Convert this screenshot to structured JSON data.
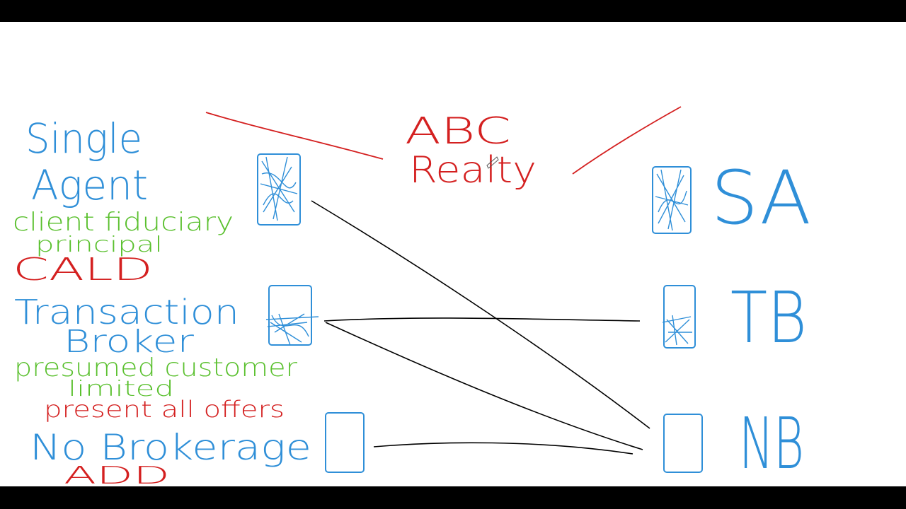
{
  "colors": {
    "blue": "#2f8fd8",
    "green": "#5ac02e",
    "red": "#d42020",
    "black": "#000000",
    "board": "#ffffff",
    "letterbox": "#000000"
  },
  "title": {
    "line1": "ABC",
    "line2": "Realty"
  },
  "left_notes": {
    "single_agent_1": "Single",
    "single_agent_2": "Agent",
    "single_agent_terms": "client fiduciary",
    "single_agent_terms_2": "principal",
    "single_agent_duties": "CALD",
    "transaction_broker_1": "Transaction",
    "transaction_broker_2": "Broker",
    "transaction_broker_terms": "presumed customer",
    "transaction_broker_terms_2": "limited",
    "transaction_broker_duties": "present all offers",
    "no_brokerage": "No Brokerage",
    "no_brokerage_duties": "ADD"
  },
  "right_labels": {
    "sa": "SA",
    "tb": "TB",
    "nb": "NB"
  }
}
